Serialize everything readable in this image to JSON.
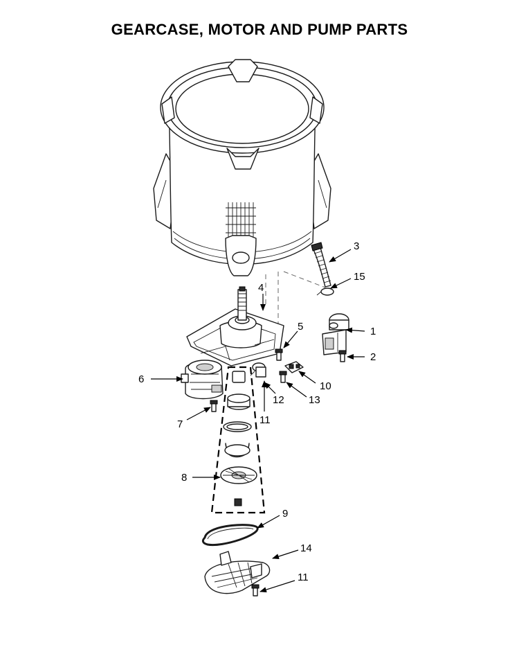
{
  "title": "GEARCASE, MOTOR AND PUMP PARTS",
  "callouts": {
    "c1": "1",
    "c2": "2",
    "c3": "3",
    "c4": "4",
    "c5": "5",
    "c6": "6",
    "c7": "7",
    "c8": "8",
    "c9": "9",
    "c10": "10",
    "c11a": "11",
    "c11b": "11",
    "c12": "12",
    "c13": "13",
    "c14": "14",
    "c15": "15"
  }
}
